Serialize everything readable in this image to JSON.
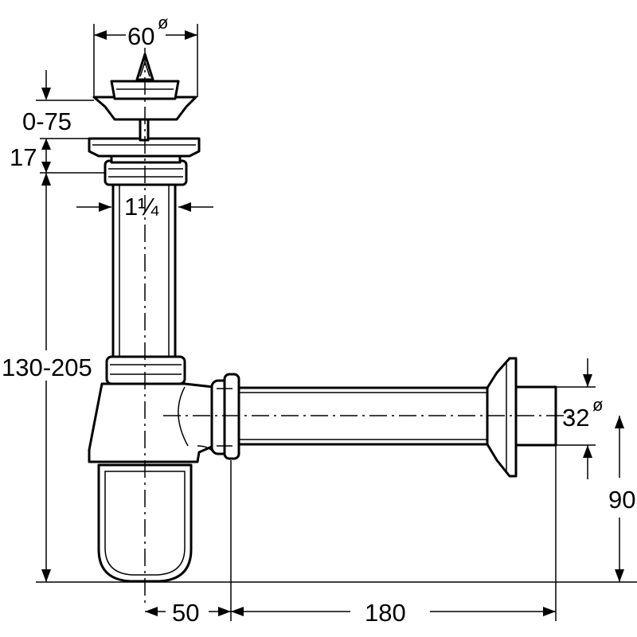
{
  "dimensions": {
    "strainer_diameter": "60",
    "strainer_diameter_symbol": "ø",
    "plug_adjust": "0-75",
    "flange_height": "17",
    "thread_size": "1¼",
    "total_height": "130-205",
    "outlet_diameter": "32",
    "outlet_diameter_symbol": "ø",
    "outlet_height": "90",
    "trap_offset": "50",
    "outlet_length": "180"
  }
}
